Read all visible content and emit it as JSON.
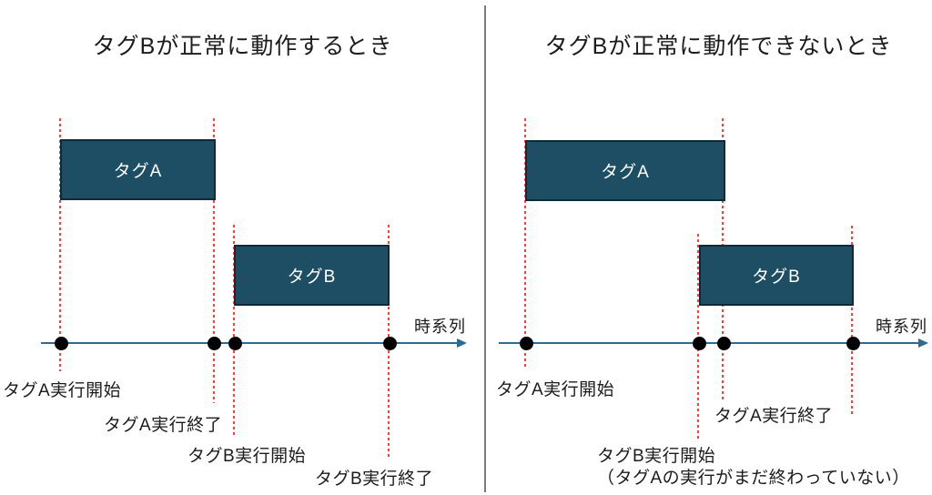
{
  "colors": {
    "bar_fill": "#1d4e63",
    "bar_border": "#0e2a38",
    "axis": "#2e6b92",
    "guide": "#fc4040",
    "dot": "#000000",
    "divider": "#7b7b7b",
    "text": "#1c1c1c"
  },
  "left_panel": {
    "title": "タグBが正常に動作するとき",
    "axis_label": "時系列",
    "bar_a": "タグA",
    "bar_b": "タグB",
    "events": {
      "a_start": "タグA実行開始",
      "a_end": "タグA実行終了",
      "b_start": "タグB実行開始",
      "b_end": "タグB実行終了"
    }
  },
  "right_panel": {
    "title": "タグBが正常に動作できないとき",
    "axis_label": "時系列",
    "bar_a": "タグA",
    "bar_b": "タグB",
    "events": {
      "a_start": "タグA実行開始",
      "a_end": "タグA実行終了",
      "b_start": "タグB実行開始",
      "b_start_note": "（タグAの実行がまだ終わっていない）"
    }
  }
}
